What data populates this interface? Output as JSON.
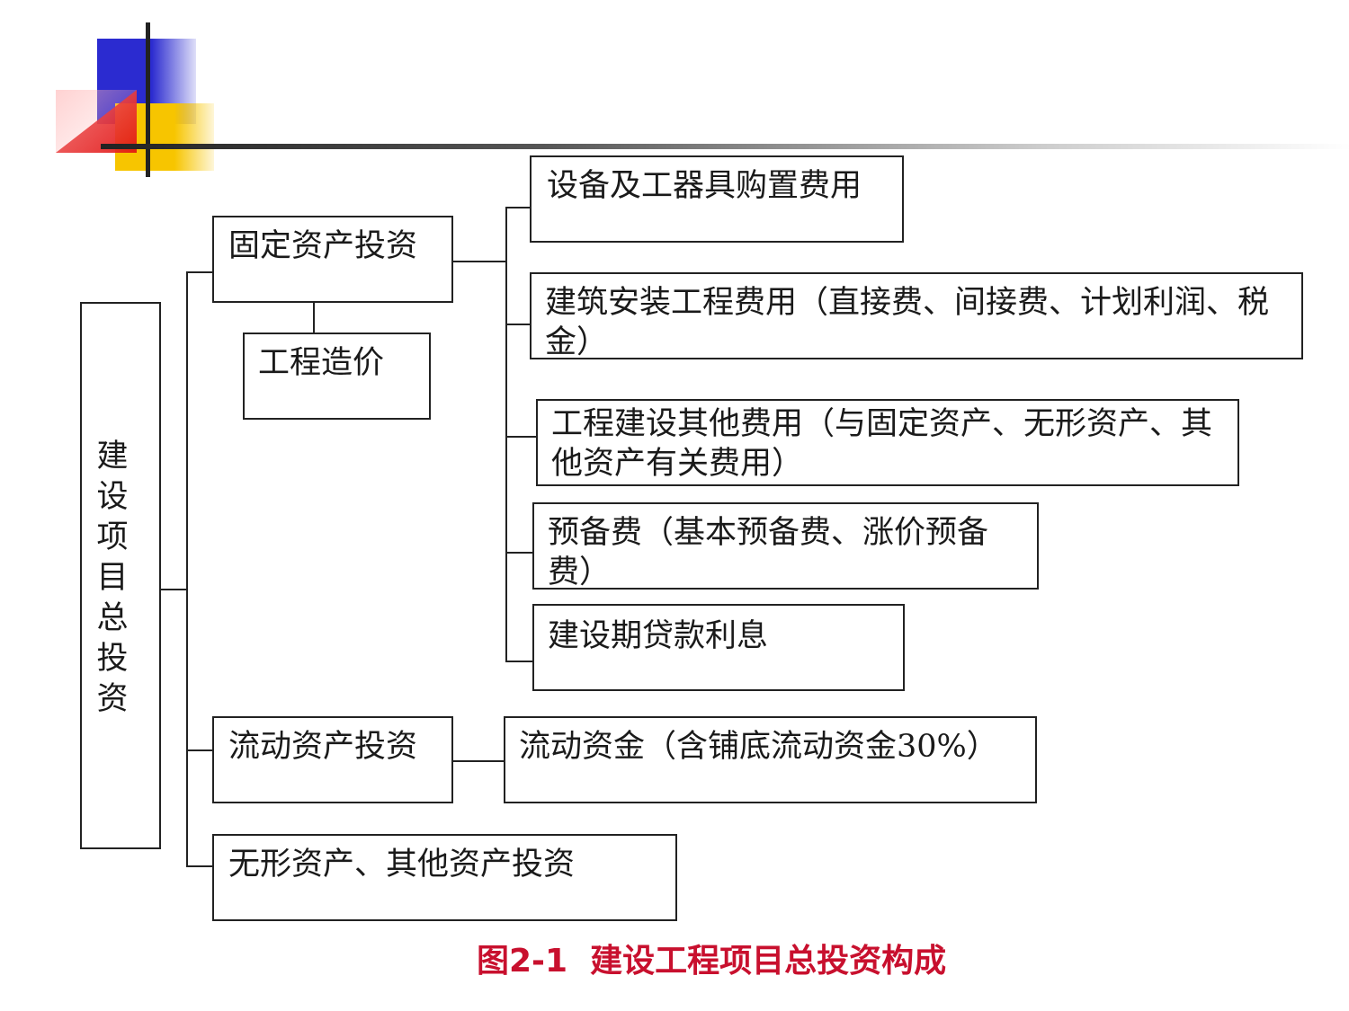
{
  "diagram": {
    "root": "建设项目总投资",
    "fixed_asset": "固定资产投资",
    "engineering_cost": "工程造价",
    "items": [
      "设备及工器具购置费用",
      "建筑安装工程费用（直接费、间接费、计划利润、税金）",
      "工程建设其他费用（与固定资产、无形资产、其他资产有关费用）",
      "预备费（基本预备费、涨价预备费）",
      "建设期贷款利息"
    ],
    "current_asset": "流动资产投资",
    "working_capital": "流动资金（含铺底流动资金30%）",
    "intangible": "无形资产、其他资产投资",
    "caption": "图2-1  建设工程项目总投资构成"
  },
  "colors": {
    "accent_red": "#c8102e",
    "deco_blue": "#2b2bd0",
    "deco_yellow": "#f7c500",
    "deco_red": "#e01010"
  }
}
